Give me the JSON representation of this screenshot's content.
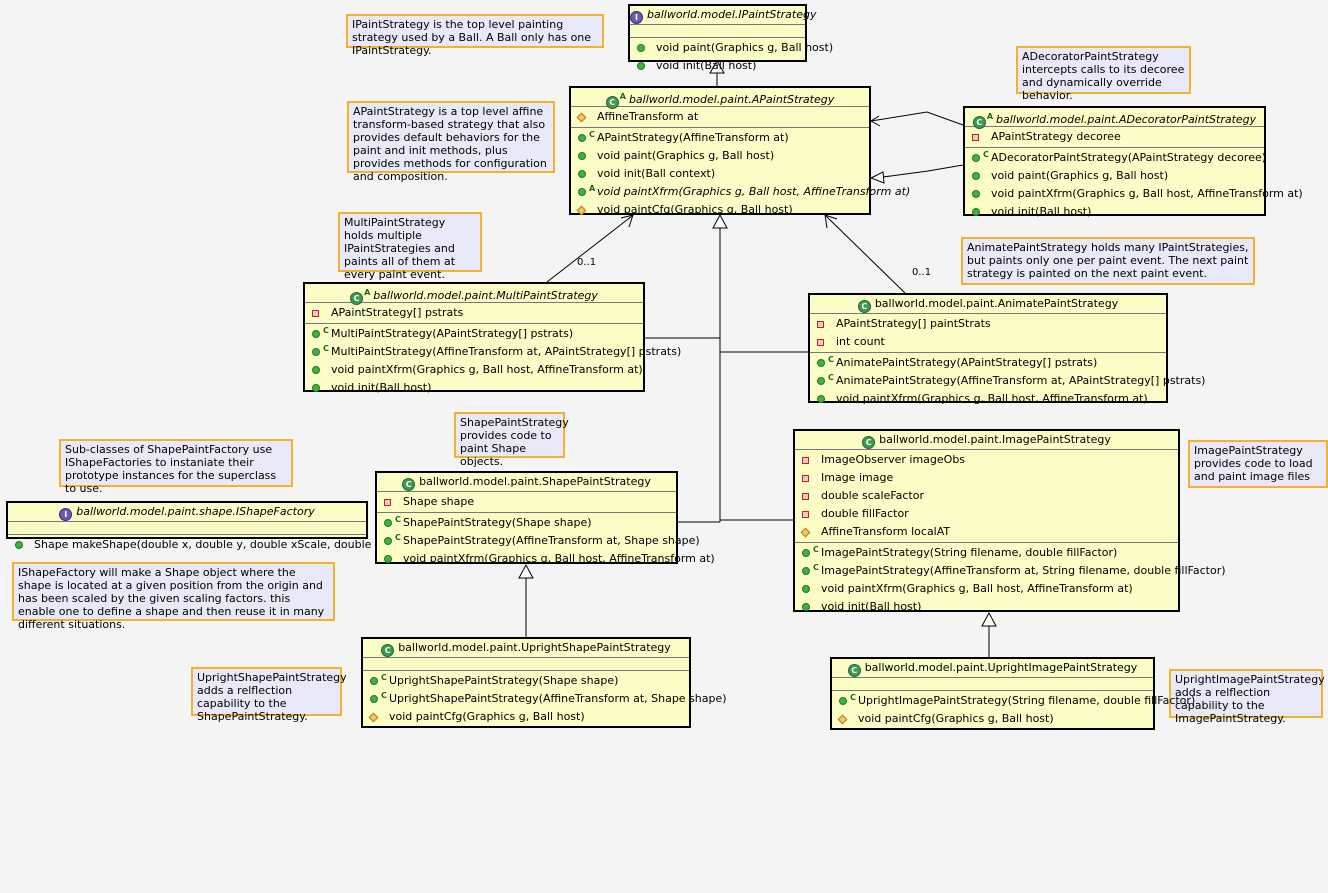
{
  "notes": {
    "ipaint": "IPaintStrategy is the top level painting strategy used by a Ball.   A Ball only has one IPaintStrategy.",
    "apaint": "APaintStrategy is a top level affine transform-based strategy that also provides default behaviors for the paint and init methods, plus provides methods for configuration and composition.",
    "adecorator": "ADecoratorPaintStrategy intercepts calls to its decoree and dynamically override behavior.",
    "multi": "MultiPaintStrategy holds multiple IPaintStrategies and paints all of them at every paint event.",
    "animate": "AnimatePaintStrategy holds many IPaintStrategies, but paints only one per paint event.   The next paint strategy is painted on the next paint event.",
    "shapefactory_sub": "Sub-classes of ShapePaintFactory use IShapeFactories to instaniate their prototype instances for the superclass to use.",
    "shape": "ShapePaintStrategy provides code to paint Shape objects.",
    "image": "ImagePaintStrategy provides code to load and paint image files",
    "ishapefactory": "IShapeFactory will make a Shape object where the shape is located at a given position from the origin and has been scaled by the given scaling factors.    this enable one to define a shape and then reuse it in many different situations.",
    "upright_shape": "UprightShapePaintStrategy adds a relflection capability to the ShapePaintStrategy.",
    "upright_image": "UprightImagePaintStrategy adds a relflection capability to the ImagePaintStrategy."
  },
  "classes": {
    "ipaint": {
      "title": "ballworld.model.IPaintStrategy",
      "fields": [],
      "methods": [
        {
          "text": "void paint(Graphics g, Ball host)",
          "vis": "public",
          "mod": ""
        },
        {
          "text": "void init(Ball host)",
          "vis": "public",
          "mod": ""
        }
      ]
    },
    "apaint": {
      "title": "ballworld.model.paint.APaintStrategy",
      "fields": [
        {
          "text": "AffineTransform at",
          "vis": "protected",
          "mod": ""
        }
      ],
      "methods": [
        {
          "text": "APaintStrategy(AffineTransform at)",
          "vis": "public",
          "mod": "C"
        },
        {
          "text": "void paint(Graphics g, Ball host)",
          "vis": "public",
          "mod": ""
        },
        {
          "text": "void init(Ball context)",
          "vis": "public",
          "mod": ""
        },
        {
          "text": "void paintXfrm(Graphics g, Ball host, AffineTransform at)",
          "vis": "public",
          "mod": "A"
        },
        {
          "text": "void paintCfg(Graphics g, Ball host)",
          "vis": "protected",
          "mod": ""
        }
      ]
    },
    "adecorator": {
      "title": "ballworld.model.paint.ADecoratorPaintStrategy",
      "fields": [
        {
          "text": "APaintStrategy decoree",
          "vis": "private",
          "mod": ""
        }
      ],
      "methods": [
        {
          "text": "ADecoratorPaintStrategy(APaintStrategy decoree)",
          "vis": "public",
          "mod": "C"
        },
        {
          "text": "void paint(Graphics g, Ball host)",
          "vis": "public",
          "mod": ""
        },
        {
          "text": "void paintXfrm(Graphics g, Ball host, AffineTransform at)",
          "vis": "public",
          "mod": ""
        },
        {
          "text": "void init(Ball host)",
          "vis": "public",
          "mod": ""
        }
      ]
    },
    "multi": {
      "title": "ballworld.model.paint.MultiPaintStrategy",
      "fields": [
        {
          "text": "APaintStrategy[] pstrats",
          "vis": "private",
          "mod": ""
        }
      ],
      "methods": [
        {
          "text": "MultiPaintStrategy(APaintStrategy[] pstrats)",
          "vis": "public",
          "mod": "C"
        },
        {
          "text": "MultiPaintStrategy(AffineTransform at, APaintStrategy[] pstrats)",
          "vis": "public",
          "mod": "C"
        },
        {
          "text": "void paintXfrm(Graphics g, Ball host, AffineTransform at)",
          "vis": "public",
          "mod": ""
        },
        {
          "text": "void init(Ball host)",
          "vis": "public",
          "mod": ""
        }
      ]
    },
    "animate": {
      "title": "ballworld.model.paint.AnimatePaintStrategy",
      "fields": [
        {
          "text": "APaintStrategy[] paintStrats",
          "vis": "private",
          "mod": ""
        },
        {
          "text": "int count",
          "vis": "private",
          "mod": ""
        }
      ],
      "methods": [
        {
          "text": "AnimatePaintStrategy(APaintStrategy[] pstrats)",
          "vis": "public",
          "mod": "C"
        },
        {
          "text": "AnimatePaintStrategy(AffineTransform at, APaintStrategy[] pstrats)",
          "vis": "public",
          "mod": "C"
        },
        {
          "text": "void paintXfrm(Graphics g, Ball host, AffineTransform at)",
          "vis": "public",
          "mod": ""
        }
      ]
    },
    "ishapefactory": {
      "title": "ballworld.model.paint.shape.IShapeFactory",
      "fields": [],
      "methods": [
        {
          "text": "Shape makeShape(double x, double y, double xScale, double yScale)",
          "vis": "public",
          "mod": ""
        }
      ]
    },
    "shape": {
      "title": "ballworld.model.paint.ShapePaintStrategy",
      "fields": [
        {
          "text": "Shape shape",
          "vis": "private",
          "mod": ""
        }
      ],
      "methods": [
        {
          "text": "ShapePaintStrategy(Shape shape)",
          "vis": "public",
          "mod": "C"
        },
        {
          "text": "ShapePaintStrategy(AffineTransform at, Shape shape)",
          "vis": "public",
          "mod": "C"
        },
        {
          "text": "void paintXfrm(Graphics g, Ball host, AffineTransform at)",
          "vis": "public",
          "mod": ""
        }
      ]
    },
    "image": {
      "title": "ballworld.model.paint.ImagePaintStrategy",
      "fields": [
        {
          "text": "ImageObserver imageObs",
          "vis": "private",
          "mod": ""
        },
        {
          "text": "Image image",
          "vis": "private",
          "mod": ""
        },
        {
          "text": "double scaleFactor",
          "vis": "private",
          "mod": ""
        },
        {
          "text": "double fillFactor",
          "vis": "private",
          "mod": ""
        },
        {
          "text": "AffineTransform localAT",
          "vis": "protected",
          "mod": ""
        }
      ],
      "methods": [
        {
          "text": "ImagePaintStrategy(String filename, double fillFactor)",
          "vis": "public",
          "mod": "C"
        },
        {
          "text": "ImagePaintStrategy(AffineTransform at, String filename, double fillFactor)",
          "vis": "public",
          "mod": "C"
        },
        {
          "text": "void paintXfrm(Graphics g, Ball host, AffineTransform at)",
          "vis": "public",
          "mod": ""
        },
        {
          "text": "void init(Ball host)",
          "vis": "public",
          "mod": ""
        }
      ]
    },
    "upright_shape": {
      "title": "ballworld.model.paint.UprightShapePaintStrategy",
      "fields": [],
      "methods": [
        {
          "text": "UprightShapePaintStrategy(Shape shape)",
          "vis": "public",
          "mod": "C"
        },
        {
          "text": "UprightShapePaintStrategy(AffineTransform at, Shape shape)",
          "vis": "public",
          "mod": "C"
        },
        {
          "text": "void paintCfg(Graphics g, Ball host)",
          "vis": "protected",
          "mod": ""
        }
      ]
    },
    "upright_image": {
      "title": "ballworld.model.paint.UprightImagePaintStrategy",
      "fields": [],
      "methods": [
        {
          "text": "UprightImagePaintStrategy(String filename, double fillFactor)",
          "vis": "public",
          "mod": "C"
        },
        {
          "text": "void paintCfg(Graphics g, Ball host)",
          "vis": "protected",
          "mod": ""
        }
      ]
    }
  },
  "multiplicity": {
    "multi_to_apaint": "0..1",
    "animate_to_apaint": "0..1"
  }
}
